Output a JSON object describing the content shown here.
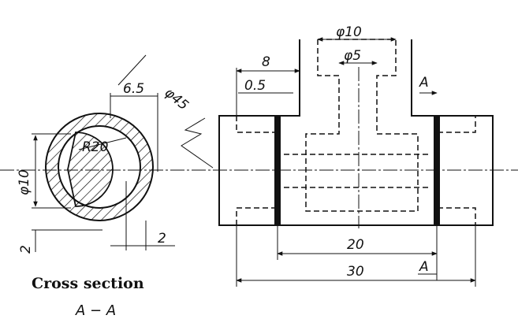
{
  "dimensions": {
    "phi10_top": "φ10",
    "phi5": "φ5",
    "dim8": "8",
    "dim05": "0.5",
    "dim65": "6.5",
    "phi45": "φ45",
    "r20": "R20",
    "phi10_left": "φ10",
    "dim2_left": "2",
    "dim2_bottom": "2",
    "dim20": "20",
    "dim30": "30",
    "section_mark_top": "A",
    "section_mark_bottom": "A"
  },
  "caption": {
    "line1": "Cross section",
    "line2": "A − A"
  }
}
